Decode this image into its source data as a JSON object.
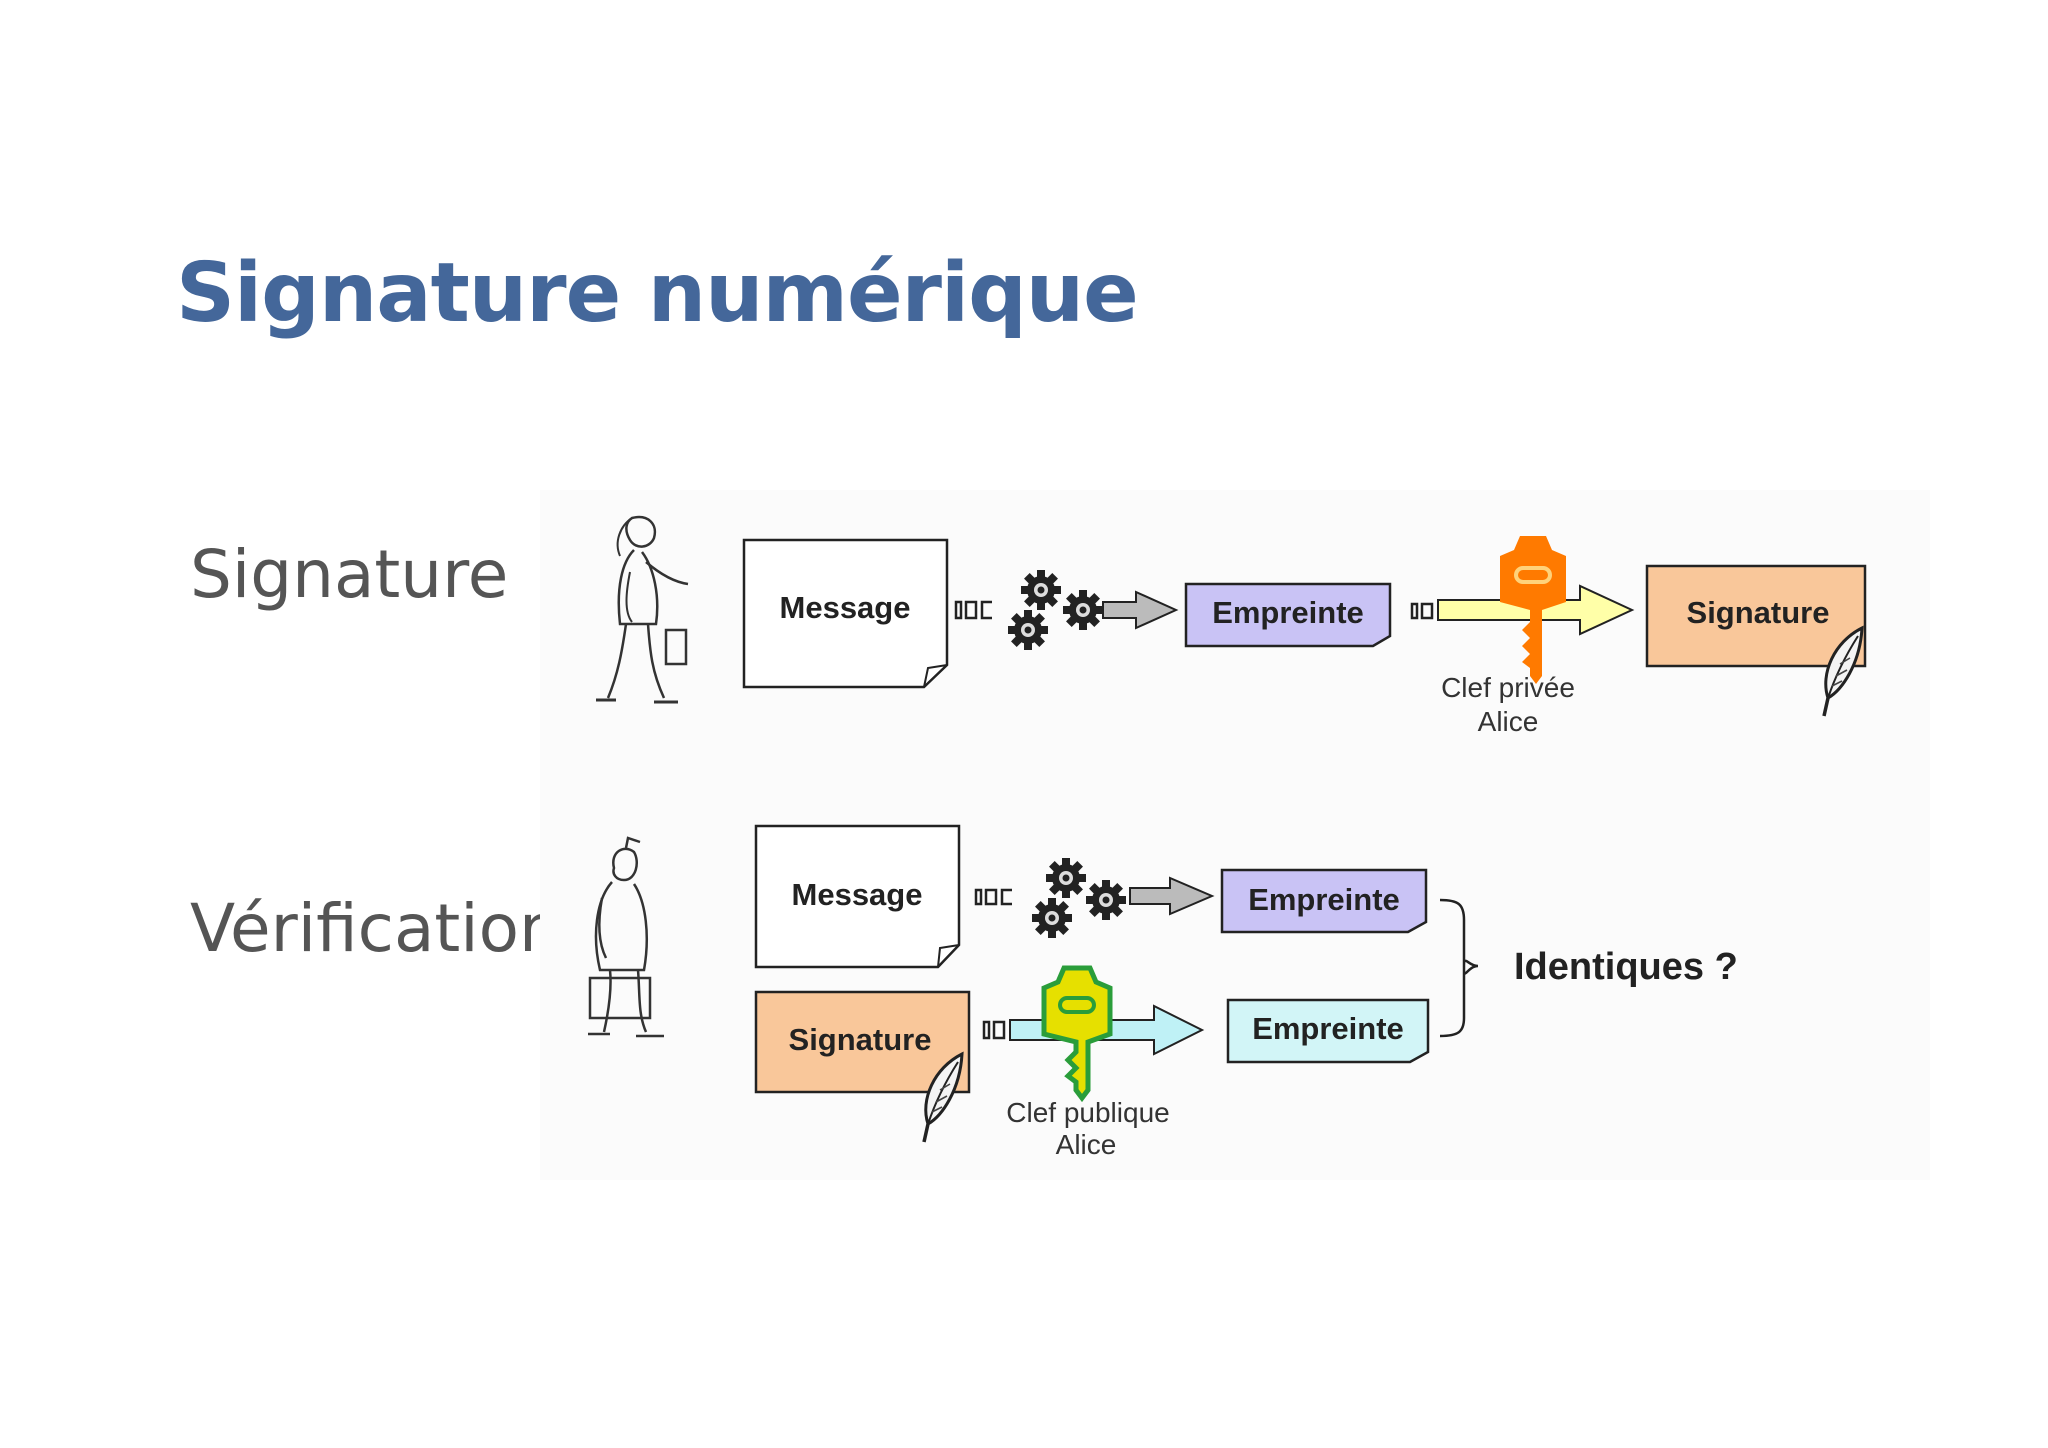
{
  "title": "Signature numérique",
  "rows": {
    "signature": {
      "label": "Signature",
      "message": "Message",
      "empreinte": "Empreinte",
      "key_caption_line1": "Clef privée",
      "key_caption_line2": "Alice",
      "output": "Signature"
    },
    "verification": {
      "label": "Vérification",
      "message": "Message",
      "empreinte_hash": "Empreinte",
      "signature": "Signature",
      "empreinte_decrypted": "Empreinte",
      "key_caption_line1": "Clef publique",
      "key_caption_line2": "Alice",
      "result": "Identiques ?"
    }
  },
  "colors": {
    "title": "#44679a",
    "empreinte_fill": "#c9c3f5",
    "empreinte_decrypted_fill": "#d2f5f7",
    "signature_fill": "#f9c79a",
    "private_key": "#ff7a00",
    "public_key": "#2a9d3a",
    "private_arrow": "#ffffa8",
    "public_arrow": "#bff1f6",
    "hash_arrow": "#bbbbbb"
  },
  "icons": [
    "person-icon",
    "gears-icon",
    "key-icon",
    "quill-icon",
    "arrow-icon",
    "brace-icon"
  ]
}
